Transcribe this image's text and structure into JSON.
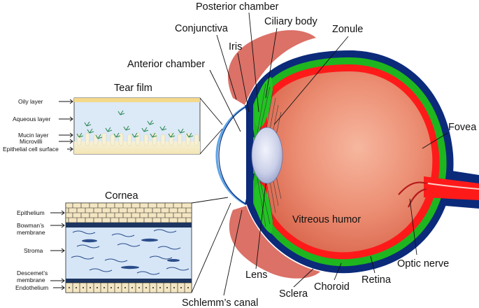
{
  "labels": {
    "posterior_chamber": "Posterior chamber",
    "conjunctiva": "Conjunctiva",
    "ciliary_body": "Ciliary body",
    "zonule": "Zonule",
    "iris": "Iris",
    "anterior_chamber": "Anterior chamber",
    "tear_film": "Tear film",
    "fovea": "Fovea",
    "cornea": "Cornea",
    "vitreous_humor": "Vitreous humor",
    "optic_nerve": "Optic nerve",
    "lens": "Lens",
    "retina": "Retina",
    "choroid": "Choroid",
    "sclera": "Sclera",
    "schlemms_canal": "Schlemm’s canal"
  },
  "tear_film_layers": {
    "oily": "Oily layer",
    "aqueous": "Aqueous layer",
    "mucin": "Mucin layer",
    "microvilli": "Microvilli",
    "epithelial": "Epithelial cell surface"
  },
  "cornea_layers": {
    "epithelium": "Epithelium",
    "bowmans_1": "Bowman’s",
    "bowmans_2": "membrane",
    "stroma": "Stroma",
    "descemets_1": "Descemet’s",
    "descemets_2": "membrane",
    "endothelium": "Endothelium"
  },
  "colors": {
    "sclera": "#0b2a7a",
    "choroid": "#1fb51f",
    "retina": "#ff1a1a",
    "vitreous": "#e98a72",
    "conjunctiva": "#d9695f",
    "lens": "#c5cbe6",
    "ciliary": "#22c322",
    "tear_aqueous": "#dce9f7",
    "tear_oil": "#f3d98a",
    "stroma": "#d6e6f7"
  }
}
